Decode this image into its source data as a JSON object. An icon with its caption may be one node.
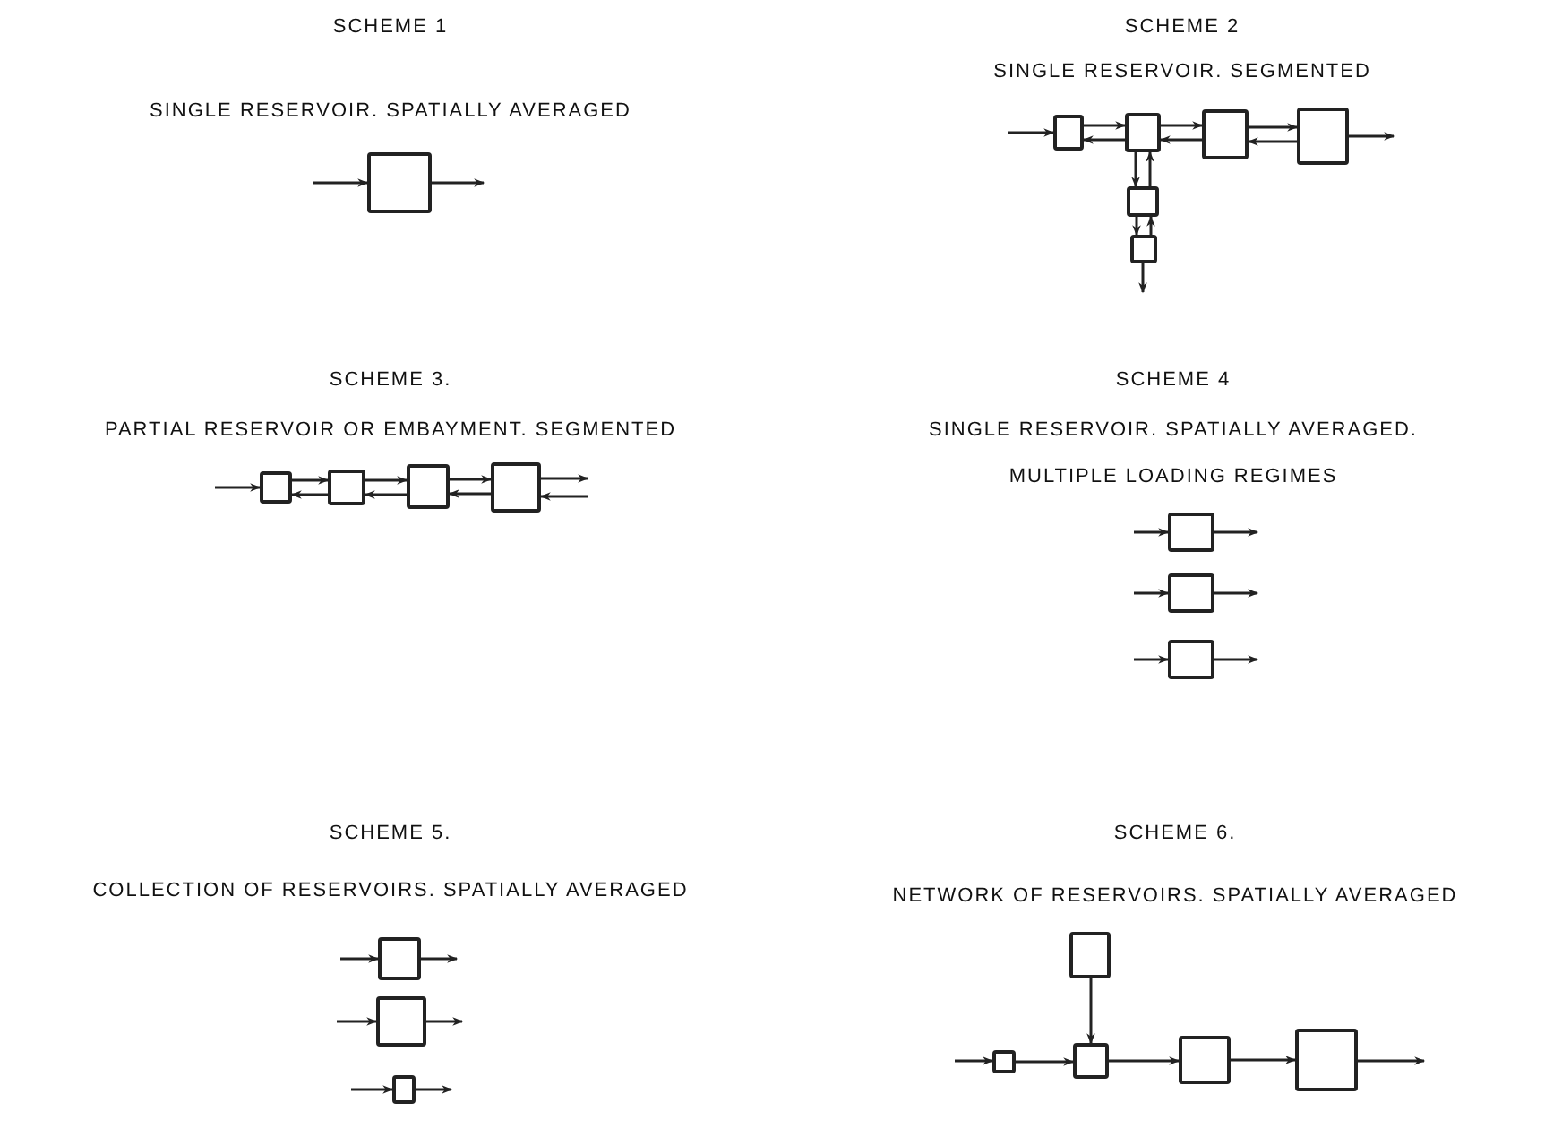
{
  "diagram": {
    "nodes": [
      {
        "text": [],
        "shape": "box"
      },
      {
        "text": [],
        "shape": "box"
      },
      {
        "text": [],
        "shape": "box"
      },
      {
        "text": [],
        "shape": "box"
      },
      {
        "text": [],
        "shape": "box"
      },
      {
        "text": [],
        "shape": "box"
      },
      {
        "text": [],
        "shape": "box"
      },
      {
        "text": [],
        "shape": "box"
      },
      {
        "text": [],
        "shape": "box"
      },
      {
        "text": [],
        "shape": "box"
      },
      {
        "text": [],
        "shape": "box"
      },
      {
        "text": [],
        "shape": "box"
      },
      {
        "text": [],
        "shape": "box"
      },
      {
        "text": [],
        "shape": "box"
      },
      {
        "text": [],
        "shape": "box"
      },
      {
        "text": [],
        "shape": "box"
      },
      {
        "text": [],
        "shape": "box"
      },
      {
        "text": [],
        "shape": "box"
      },
      {
        "text": [],
        "shape": "box"
      },
      {
        "text": [],
        "shape": "box"
      },
      {
        "text": [],
        "shape": "box"
      },
      {
        "text": [],
        "shape": "box"
      }
    ],
    "edges": [
      {
        "from": null,
        "to": 0,
        "arrow": "to"
      },
      {
        "from": 0,
        "to": null,
        "arrow": "to"
      },
      {
        "from": null,
        "to": 1,
        "arrow": "to"
      },
      {
        "from": 1,
        "to": 2,
        "arrow": "to"
      },
      {
        "from": 2,
        "to": 1,
        "arrow": "to"
      },
      {
        "from": 2,
        "to": 3,
        "arrow": "to"
      },
      {
        "from": 3,
        "to": 2,
        "arrow": "to"
      },
      {
        "from": 3,
        "to": 4,
        "arrow": "to"
      },
      {
        "from": 4,
        "to": 3,
        "arrow": "to"
      },
      {
        "from": 4,
        "to": null,
        "arrow": "to"
      },
      {
        "from": 2,
        "to": 5,
        "arrow": "to"
      },
      {
        "from": 5,
        "to": 2,
        "arrow": "to"
      },
      {
        "from": 5,
        "to": 6,
        "arrow": "to"
      },
      {
        "from": 6,
        "to": 5,
        "arrow": "to"
      },
      {
        "from": 6,
        "to": null,
        "arrow": "to"
      },
      {
        "from": null,
        "to": 7,
        "arrow": "to"
      },
      {
        "from": 7,
        "to": 8,
        "arrow": "to"
      },
      {
        "from": 8,
        "to": 7,
        "arrow": "to"
      },
      {
        "from": 8,
        "to": 9,
        "arrow": "to"
      },
      {
        "from": 9,
        "to": 8,
        "arrow": "to"
      },
      {
        "from": 9,
        "to": 10,
        "arrow": "to"
      },
      {
        "from": 10,
        "to": 9,
        "arrow": "to"
      },
      {
        "from": 10,
        "to": null,
        "arrow": "to"
      },
      {
        "from": null,
        "to": 10,
        "arrow": "to"
      },
      {
        "from": null,
        "to": 11,
        "arrow": "to"
      },
      {
        "from": 11,
        "to": null,
        "arrow": "to"
      },
      {
        "from": null,
        "to": 12,
        "arrow": "to"
      },
      {
        "from": 12,
        "to": null,
        "arrow": "to"
      },
      {
        "from": null,
        "to": 13,
        "arrow": "to"
      },
      {
        "from": 13,
        "to": null,
        "arrow": "to"
      },
      {
        "from": null,
        "to": 14,
        "arrow": "to"
      },
      {
        "from": 14,
        "to": null,
        "arrow": "to"
      },
      {
        "from": null,
        "to": 15,
        "arrow": "to"
      },
      {
        "from": 15,
        "to": null,
        "arrow": "to"
      },
      {
        "from": null,
        "to": 16,
        "arrow": "to"
      },
      {
        "from": 16,
        "to": null,
        "arrow": "to"
      },
      {
        "from": null,
        "to": 17,
        "arrow": "to"
      },
      {
        "from": 17,
        "to": 19,
        "arrow": "to"
      },
      {
        "from": 18,
        "to": 19,
        "arrow": "to"
      },
      {
        "from": 19,
        "to": 20,
        "arrow": "to"
      },
      {
        "from": 20,
        "to": 21,
        "arrow": "to"
      },
      {
        "from": 21,
        "to": null,
        "arrow": "to"
      }
    ],
    "labels": [
      "SCHEME 1",
      "SCHEME 2",
      "SINGLE RESERVOIR. SPATIALLY AVERAGED",
      "SINGLE RESERVOIR. SEGMENTED",
      "SCHEME 3.",
      "SCHEME 4",
      "PARTIAL RESERVOIR OR EMBAYMENT. SEGMENTED",
      "SINGLE RESERVOIR. SPATIALLY AVERAGED.",
      "MULTIPLE LOADING REGIMES",
      "SCHEME 5.",
      "SCHEME 6.",
      "COLLECTION OF RESERVOIRS. SPATIALLY AVERAGED",
      "NETWORK OF RESERVOIRS. SPATIALLY AVERAGED"
    ]
  }
}
